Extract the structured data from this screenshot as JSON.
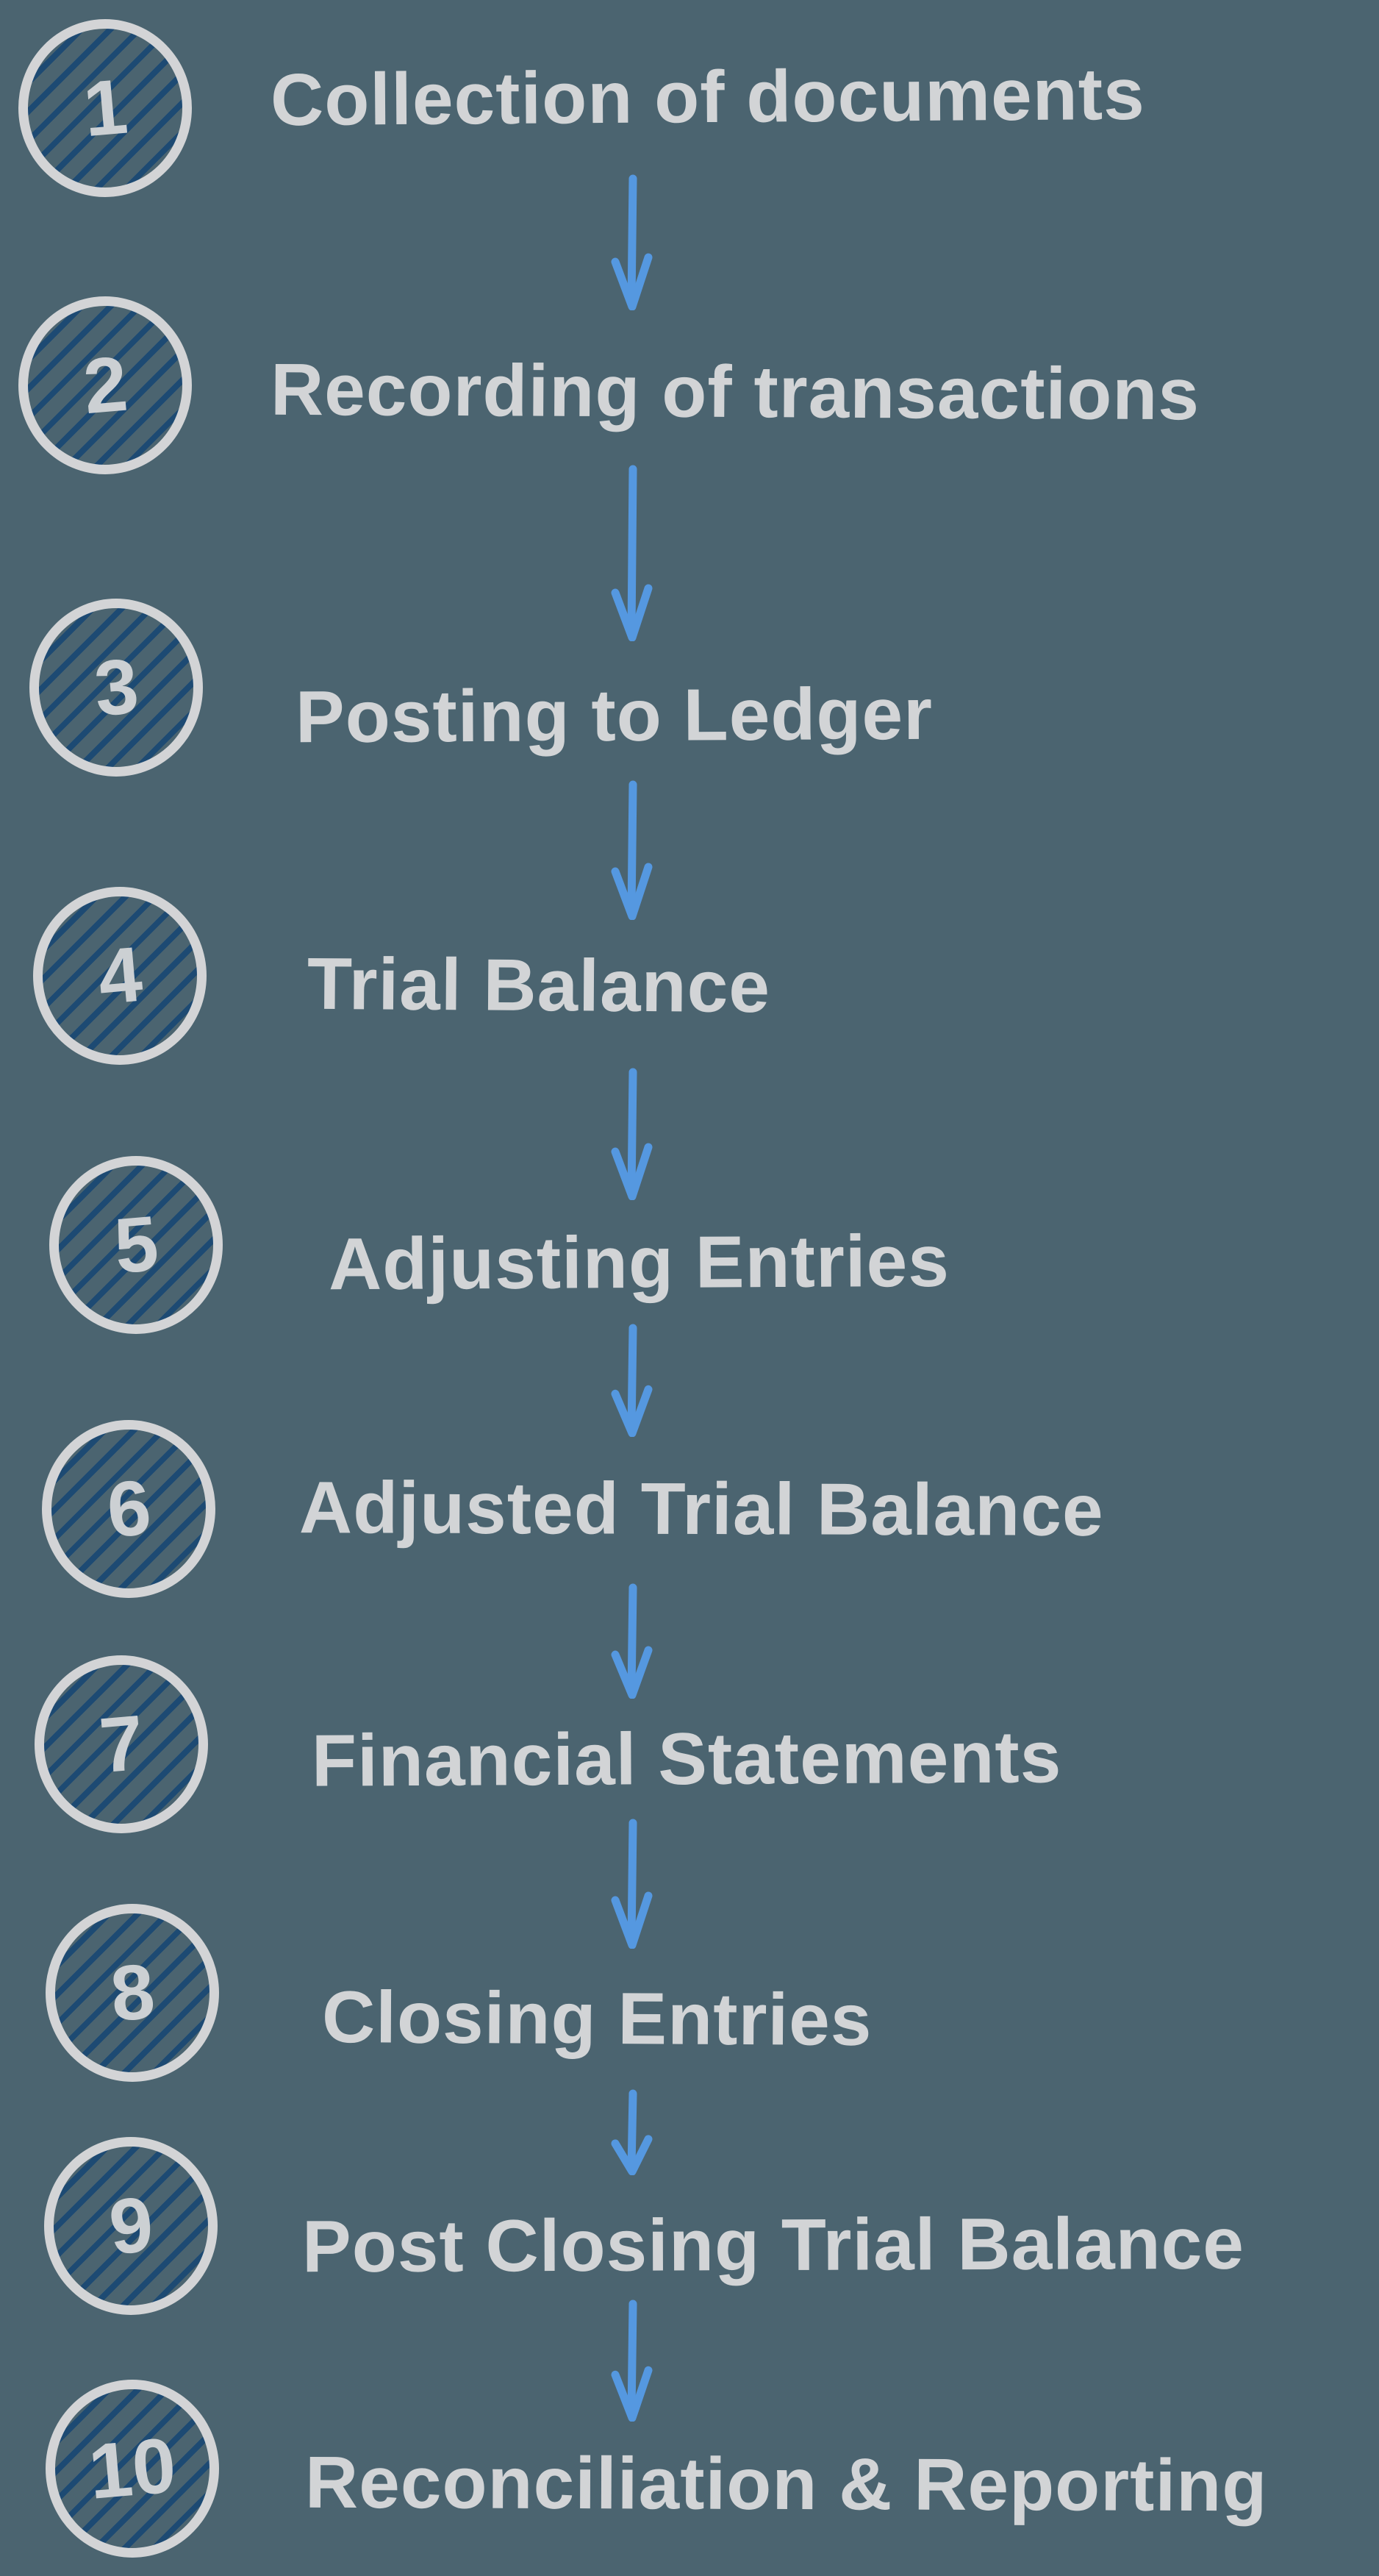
{
  "colors": {
    "background": "#4b6470",
    "circle_ring": "#d3d4d6",
    "circle_hatch": "#1d4a73",
    "number": "#ccd0d3",
    "text": "#d2d4d6",
    "arrow": "#5598e0"
  },
  "steps": [
    {
      "number": "1",
      "label": "Collection of documents"
    },
    {
      "number": "2",
      "label": "Recording of transactions"
    },
    {
      "number": "3",
      "label": "Posting to Ledger"
    },
    {
      "number": "4",
      "label": "Trial Balance"
    },
    {
      "number": "5",
      "label": "Adjusting Entries"
    },
    {
      "number": "6",
      "label": "Adjusted Trial Balance"
    },
    {
      "number": "7",
      "label": "Financial Statements"
    },
    {
      "number": "8",
      "label": "Closing Entries"
    },
    {
      "number": "9",
      "label": "Post Closing Trial Balance"
    },
    {
      "number": "10",
      "label": "Reconciliation & Reporting"
    }
  ]
}
